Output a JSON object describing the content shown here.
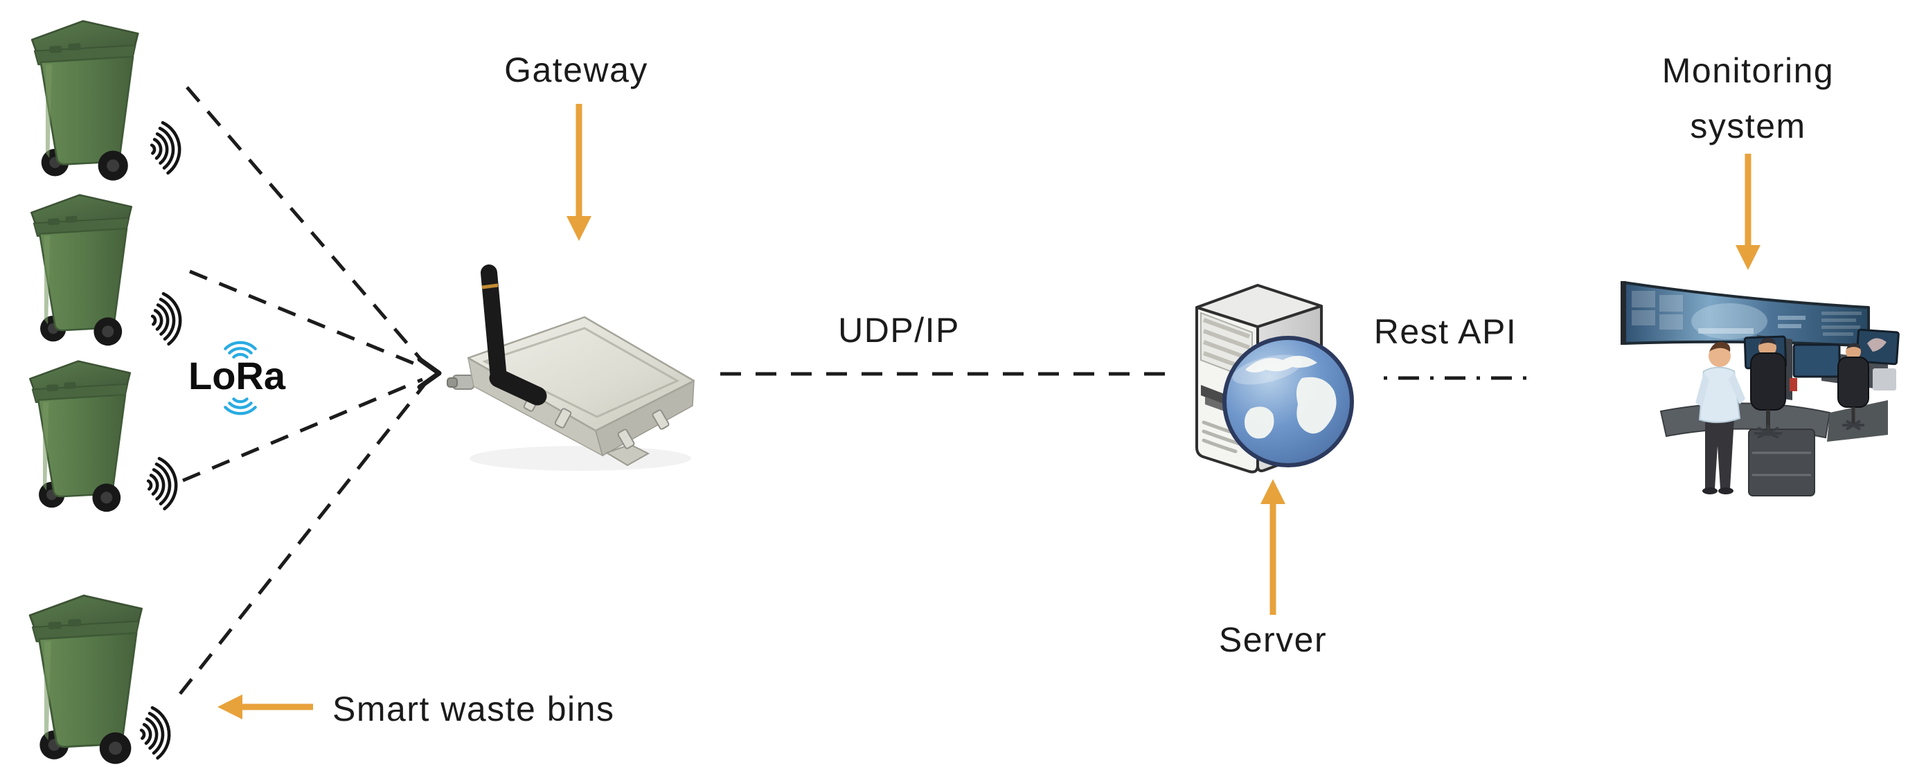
{
  "labels": {
    "gateway": "Gateway",
    "udp_ip": "UDP/IP",
    "rest_api": "Rest API",
    "server": "Server",
    "monitoring_line1": "Monitoring",
    "monitoring_line2": "system",
    "smart_waste_bins": "Smart waste bins",
    "lora": "LoRa"
  },
  "structure": {
    "nodes": [
      "smart-waste-bins",
      "gateway",
      "server",
      "monitoring-system"
    ],
    "bin_count": 4,
    "connections": [
      {
        "from": "smart-waste-bins",
        "to": "gateway",
        "label": "LoRa",
        "style": "dashed-converging-arrow"
      },
      {
        "from": "gateway",
        "to": "server",
        "label": "UDP/IP",
        "style": "dashed"
      },
      {
        "from": "server",
        "to": "monitoring-system",
        "label": "Rest API",
        "style": "dashed"
      }
    ]
  },
  "icons": {
    "bin": "waste-bin-icon",
    "signal": "radio-signal-icon",
    "lora_waves": "lora-waves-icon",
    "gateway": "gateway-device-icon",
    "server": "server-tower-icon",
    "globe": "globe-icon",
    "monitoring": "control-room-icon",
    "arrow": "orange-arrow-icon"
  },
  "colors": {
    "arrow_orange": "#E8A23B",
    "lora_blue": "#29ABE2",
    "bin_green": "#567349",
    "line_dark": "#1C1C1C",
    "text_dark": "#1B1B1B",
    "background": "#FFFFFF"
  }
}
